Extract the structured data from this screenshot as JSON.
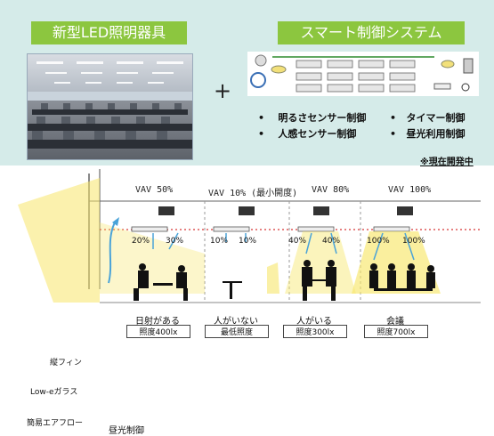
{
  "left_title": "新型LED照明器具",
  "plus": "+",
  "right_title": "スマート制御システム",
  "features": [
    "明るさセンサー制御",
    "タイマー制御",
    "人感センサー制御",
    "昼光利用制御"
  ],
  "dev_note": "※現在開発中",
  "side_labels": {
    "vertical_fin": "縦フィン",
    "low_e": "Low-eガラス",
    "airflow": "簡易エアフロー"
  },
  "daylight_label": "昼光制御",
  "vav_labels": [
    "VAV 50%",
    "VAV 10% (最小開度)",
    "VAV 80%",
    "VAV 100%"
  ],
  "dim_levels": [
    "20%",
    "30%",
    "10%",
    "10%",
    "40%",
    "40%",
    "100%",
    "100%"
  ],
  "zones": [
    {
      "label": "日射がある",
      "lux": "照度400lx"
    },
    {
      "label": "人がいない",
      "lux": "最低照度"
    },
    {
      "label": "人がいる",
      "lux": "照度300lx"
    },
    {
      "label": "会議",
      "lux": "照度700lx"
    }
  ],
  "colors": {
    "accent_green": "#8cc63f",
    "top_bg": "#d5ebe9",
    "sun_yellow": "#f7e66a",
    "airflow_blue": "#4aa3d8"
  }
}
